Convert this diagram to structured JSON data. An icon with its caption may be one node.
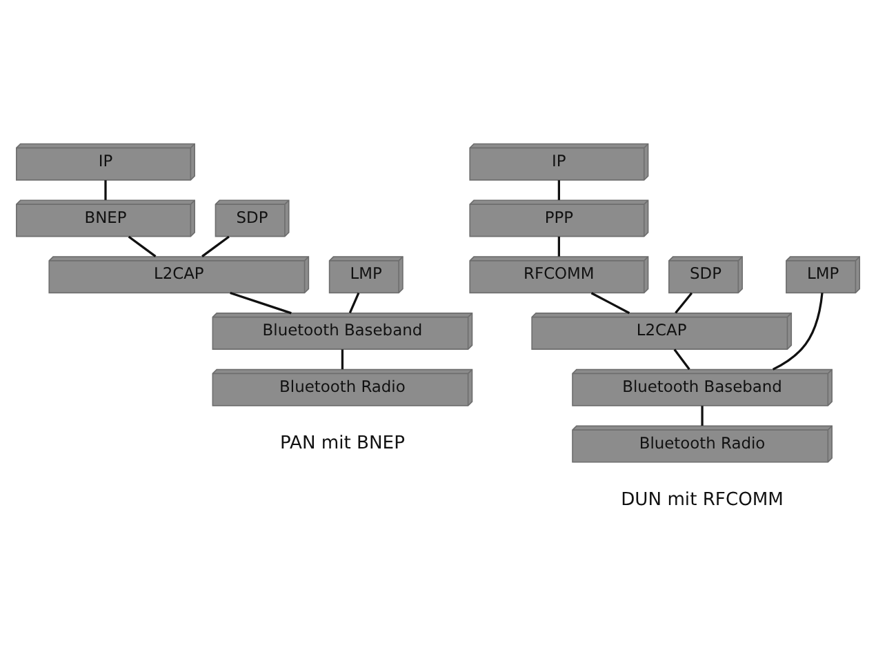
{
  "diagram": {
    "nodes": [
      {
        "text": [
          "IP"
        ]
      },
      {
        "text": [
          "BNEP"
        ]
      },
      {
        "text": [
          "SDP"
        ]
      },
      {
        "text": [
          "L2CAP"
        ]
      },
      {
        "text": [
          "LMP"
        ]
      },
      {
        "text": [
          "Bluetooth Baseband"
        ]
      },
      {
        "text": [
          "Bluetooth Radio"
        ]
      },
      {
        "text": [
          "IP"
        ]
      },
      {
        "text": [
          "PPP"
        ]
      },
      {
        "text": [
          "RFCOMM"
        ]
      },
      {
        "text": [
          "SDP"
        ]
      },
      {
        "text": [
          "L2CAP"
        ]
      },
      {
        "text": [
          "LMP"
        ]
      },
      {
        "text": [
          "Bluetooth Baseband"
        ]
      },
      {
        "text": [
          "Bluetooth Radio"
        ]
      }
    ],
    "edges": [
      {
        "from": 0,
        "to": 1,
        "arrow": "none"
      },
      {
        "from": 1,
        "to": 3,
        "arrow": "none"
      },
      {
        "from": 2,
        "to": 3,
        "arrow": "none"
      },
      {
        "from": 3,
        "to": 5,
        "arrow": "none"
      },
      {
        "from": 4,
        "to": 5,
        "arrow": "none"
      },
      {
        "from": 5,
        "to": 6,
        "arrow": "none"
      },
      {
        "from": 7,
        "to": 8,
        "arrow": "none"
      },
      {
        "from": 8,
        "to": 9,
        "arrow": "none"
      },
      {
        "from": 9,
        "to": 11,
        "arrow": "none"
      },
      {
        "from": 10,
        "to": 11,
        "arrow": "none"
      },
      {
        "from": 11,
        "to": 13,
        "arrow": "none"
      },
      {
        "from": 12,
        "to": 13,
        "arrow": "none"
      },
      {
        "from": 13,
        "to": 14,
        "arrow": "none"
      }
    ],
    "labels": [
      "PAN mit BNEP",
      "DUN mit RFCOMM"
    ]
  }
}
